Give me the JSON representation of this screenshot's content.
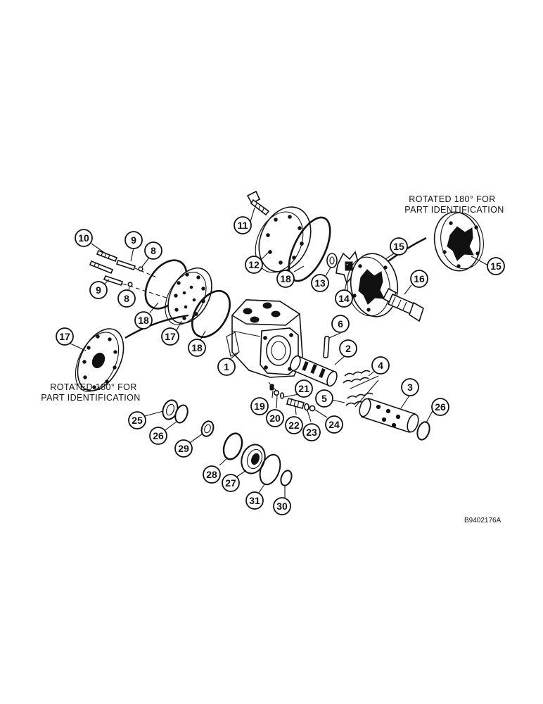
{
  "notes": {
    "rotated_top_line1": "ROTATED 180° FOR",
    "rotated_top_line2": "PART IDENTIFICATION",
    "rotated_left_line1": "ROTATED 180° FOR",
    "rotated_left_line2": "PART IDENTIFICATION"
  },
  "drawing_number": "B9402176A",
  "callouts": {
    "c1": "1",
    "c2": "2",
    "c3": "3",
    "c4": "4",
    "c5": "5",
    "c6": "6",
    "c8a": "8",
    "c8b": "8",
    "c9a": "9",
    "c9b": "9",
    "c10": "10",
    "c11": "11",
    "c12": "12",
    "c13": "13",
    "c14": "14",
    "c15a": "15",
    "c15b": "15",
    "c16": "16",
    "c17a": "17",
    "c17b": "17",
    "c18a": "18",
    "c18b": "18",
    "c18c": "18",
    "c19": "19",
    "c20": "20",
    "c21": "21",
    "c22": "22",
    "c23": "23",
    "c24": "24",
    "c25": "25",
    "c26a": "26",
    "c26b": "26",
    "c27": "27",
    "c28": "28",
    "c29": "29",
    "c30": "30",
    "c31": "31"
  }
}
